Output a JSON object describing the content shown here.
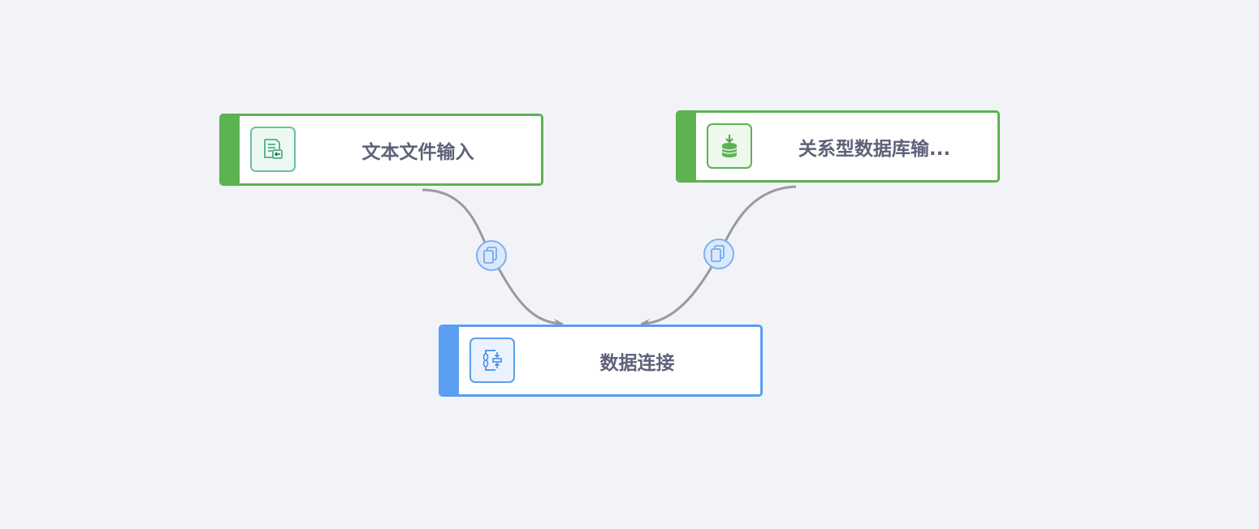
{
  "nodes": [
    {
      "id": "text-file-input",
      "label": "文本文件输入",
      "icon": "text-file-import-icon",
      "color": "#5db252"
    },
    {
      "id": "relational-db-input",
      "label": "关系型数据库输...",
      "icon": "database-import-icon",
      "color": "#5db252"
    },
    {
      "id": "data-join",
      "label": "数据连接",
      "icon": "data-join-icon",
      "color": "#5b9df0"
    }
  ],
  "edges": [
    {
      "from": "text-file-input",
      "to": "data-join",
      "badge": "copy-icon"
    },
    {
      "from": "relational-db-input",
      "to": "data-join",
      "badge": "copy-icon"
    }
  ],
  "colors": {
    "edge": "#9a9a9e",
    "badge_fill": "#dbe9fc",
    "badge_stroke": "#7fb0f2"
  }
}
